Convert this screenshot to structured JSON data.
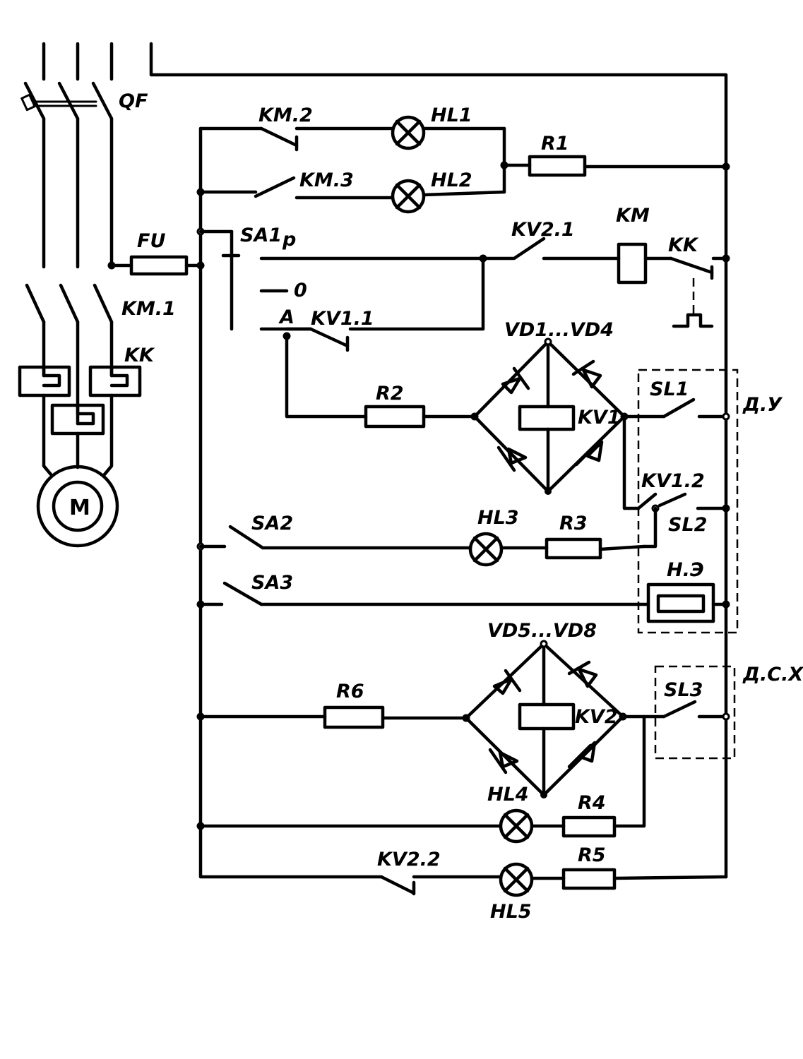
{
  "labels": {
    "qf": "QF",
    "fu": "FU",
    "km1": "KM.1",
    "kk_motor": "KK",
    "motor": "M",
    "km2": "KM.2",
    "km3": "KM.3",
    "hl1": "HL1",
    "hl2": "HL2",
    "r1": "R1",
    "sa1": "SA1",
    "sa1_p": "p",
    "sa1_0": "0",
    "sa1_a": "A",
    "kv21": "KV2.1",
    "km_coil": "KM",
    "kk_contact": "KK",
    "kv11": "KV1.1",
    "bridge1": "VD1...VD4",
    "r2": "R2",
    "kv1": "KV1",
    "sl1": "SL1",
    "du": "Д.У",
    "kv12": "KV1.2",
    "sl2": "SL2",
    "sa2": "SA2",
    "hl3": "HL3",
    "r3": "R3",
    "he": "Н.Э",
    "sa3": "SA3",
    "bridge2": "VD5...VD8",
    "dsx": "Д.С.Х",
    "r6": "R6",
    "kv2": "KV2",
    "sl3": "SL3",
    "hl4": "HL4",
    "r4": "R4",
    "kv22": "KV2.2",
    "r5": "R5",
    "hl5": "HL5"
  }
}
